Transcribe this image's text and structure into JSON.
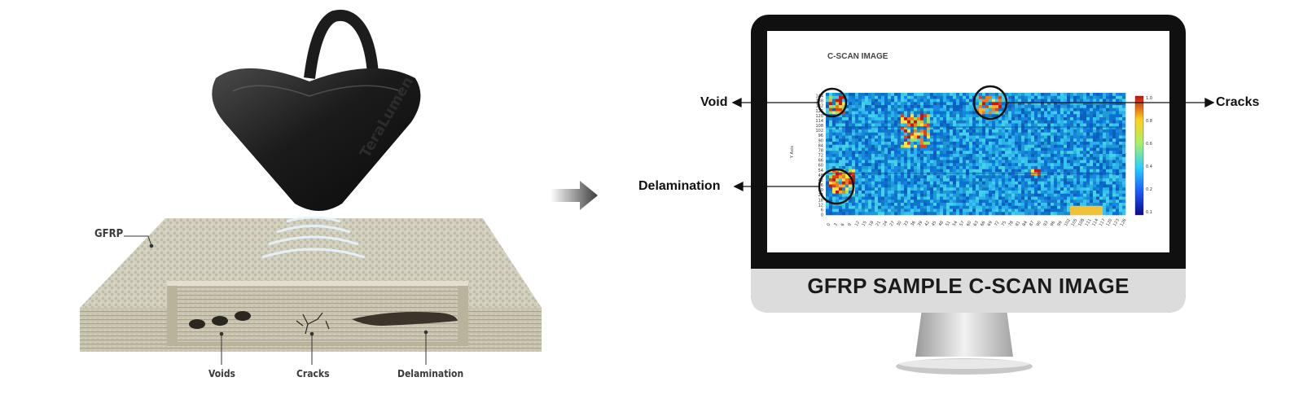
{
  "left": {
    "device_brand": "TeraLumen",
    "label_gfrp": "GFRP",
    "defects": {
      "voids": "Voids",
      "cracks": "Cracks",
      "delamination": "Delamination"
    }
  },
  "monitor": {
    "caption": "GFRP SAMPLE C-SCAN IMAGE",
    "cscan_title": "C-SCAN IMAGE",
    "y_axis_label": "Y Axis",
    "y_ticks": [
      "0",
      "6",
      "12",
      "18",
      "24",
      "30",
      "36",
      "42",
      "48",
      "54",
      "60",
      "66",
      "72",
      "78",
      "84",
      "90",
      "96",
      "102",
      "108",
      "114",
      "120",
      "126",
      "132",
      "138",
      "144"
    ],
    "x_ticks": [
      "0",
      "3",
      "6",
      "9",
      "12",
      "15",
      "18",
      "21",
      "24",
      "27",
      "30",
      "33",
      "36",
      "39",
      "42",
      "45",
      "48",
      "51",
      "54",
      "57",
      "60",
      "63",
      "66",
      "69",
      "72",
      "75",
      "78",
      "81",
      "84",
      "87",
      "90",
      "93",
      "96",
      "99",
      "102",
      "105",
      "108",
      "111",
      "114",
      "117",
      "120",
      "123",
      "126"
    ],
    "colorbar_ticks": [
      "0.1",
      "0.2",
      "0.4",
      "0.6",
      "0.8",
      "1.0"
    ]
  },
  "callouts": {
    "void": "Void",
    "cracks": "Cracks",
    "delamination": "Delamination"
  },
  "colors": {
    "monitor_bezel": "#111111",
    "monitor_chin": "#dcdcdc",
    "heatmap_base": "#1e9ad6",
    "heatmap_hot": "#d22a1c",
    "sample_fiber": "#cfcab8"
  }
}
